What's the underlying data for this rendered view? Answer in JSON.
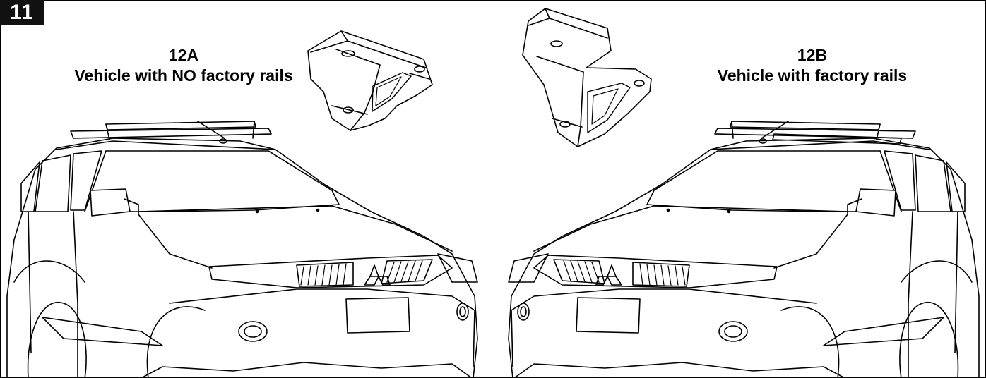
{
  "step": {
    "number": "11"
  },
  "variants": [
    {
      "code": "12A",
      "description": "Vehicle with NO factory rails"
    },
    {
      "code": "12B",
      "description": "Vehicle with factory rails"
    }
  ],
  "icons": {
    "left_foot": "roof-rack-foot-no-rails-icon",
    "right_foot": "roof-rack-foot-factory-rails-icon",
    "left_vehicle": "suv-with-roof-rack-left-icon",
    "right_vehicle": "suv-with-roof-rack-right-icon"
  }
}
